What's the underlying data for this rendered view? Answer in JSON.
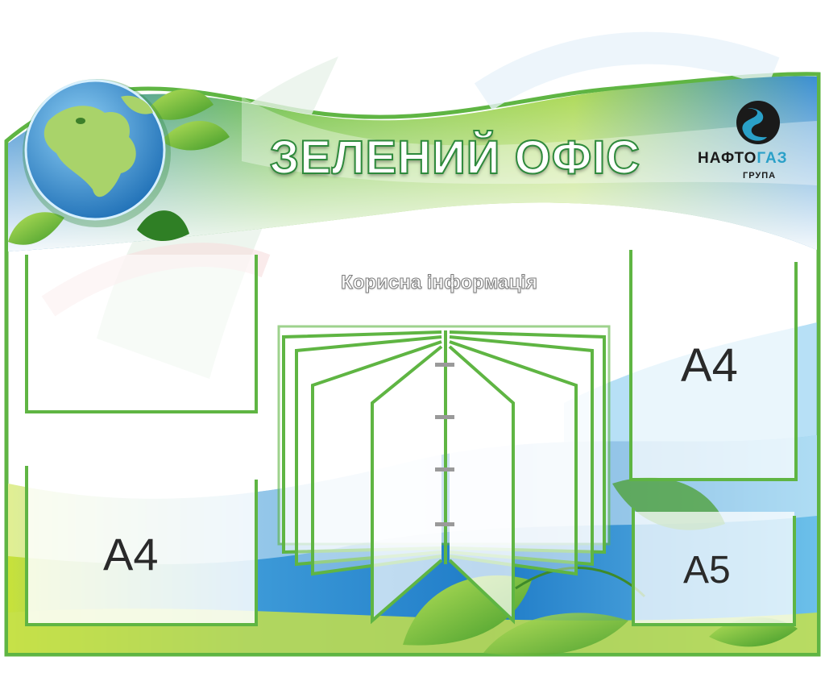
{
  "board": {
    "title": "ЗЕЛЕНИЙ ОФІС",
    "subtitle": "Корисна інформація",
    "logo": {
      "name_part1": "НАФТО",
      "name_part2": "ГАЗ",
      "sub": "ГРУПА",
      "icon": "naftogaz-flame-logo-icon"
    },
    "pockets": {
      "left_bottom": "A4",
      "right_top": "A4",
      "right_bottom": "A5"
    },
    "decor": {
      "globe_icon": "globe-icon",
      "leaves_icon": "leaves-icon",
      "flipbook_icon": "flipbook-icon"
    },
    "colors": {
      "primary_green": "#6cbf3a",
      "frame_green": "#5fb543",
      "blue": "#2d8fd6",
      "light_blue": "#7cc6ee",
      "brand_blue": "#2aa0c8"
    }
  }
}
